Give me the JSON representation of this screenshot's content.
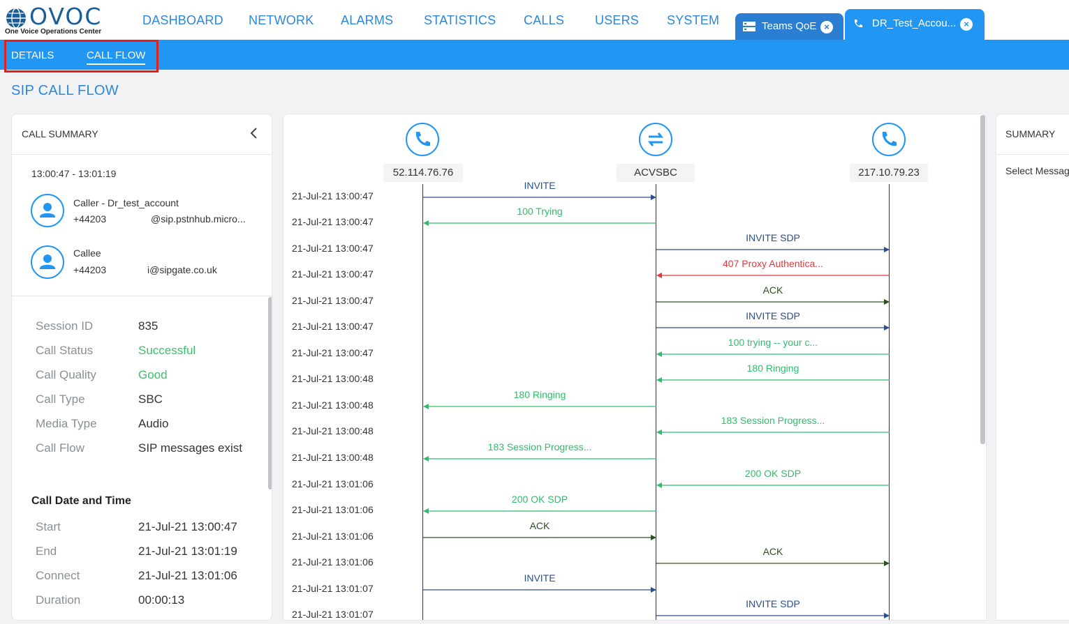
{
  "app": {
    "logo_text": "OVOC",
    "logo_subtitle": "One Voice Operations Center"
  },
  "nav": {
    "items": [
      "DASHBOARD",
      "NETWORK",
      "ALARMS",
      "STATISTICS",
      "CALLS",
      "USERS",
      "SYSTEM"
    ]
  },
  "tabs": [
    {
      "label": "Teams QoE",
      "icon": "server-icon",
      "closable": true
    },
    {
      "label": "DR_Test_Accou...",
      "icon": "phone-call-icon",
      "closable": true,
      "active": true
    }
  ],
  "subnav": {
    "items": [
      "DETAILS",
      "CALL FLOW"
    ],
    "active": "CALL FLOW"
  },
  "page": {
    "title": "SIP CALL FLOW"
  },
  "call_summary": {
    "title": "CALL SUMMARY",
    "collapse_icon": "chevron-left-icon",
    "time_range": "13:00:47 - 13:01:19",
    "caller": {
      "label": "Caller - Dr_test_account",
      "number": "+44203",
      "address": "@sip.pstnhub.micro..."
    },
    "callee": {
      "label": "Callee",
      "number": "+44203",
      "address": "i@sipgate.co.uk"
    },
    "details": [
      {
        "key": "Session ID",
        "value": "835",
        "status": false
      },
      {
        "key": "Call Status",
        "value": "Successful",
        "status": true
      },
      {
        "key": "Call Quality",
        "value": "Good",
        "status": true
      },
      {
        "key": "Call Type",
        "value": "SBC",
        "status": false
      },
      {
        "key": "Media Type",
        "value": "Audio",
        "status": false
      },
      {
        "key": "Call Flow",
        "value": "SIP messages exist",
        "status": false
      }
    ],
    "datetime_section": "Call Date and Time",
    "datetime": [
      {
        "key": "Start",
        "value": "21-Jul-21 13:00:47"
      },
      {
        "key": "End",
        "value": "21-Jul-21 13:01:19"
      },
      {
        "key": "Connect",
        "value": "21-Jul-21 13:01:06"
      },
      {
        "key": "Duration",
        "value": "00:00:13"
      }
    ]
  },
  "call_flow": {
    "endpoints": [
      {
        "label": "52.114.76.76",
        "icon": "phone-icon"
      },
      {
        "label": "ACVSBC",
        "icon": "sbc-transfer-icon"
      },
      {
        "label": "217.10.79.23",
        "icon": "phone-icon"
      }
    ],
    "messages": [
      {
        "time": "21-Jul-21 13:00:47",
        "label": "INVITE",
        "from": 0,
        "to": 1,
        "kind": "request"
      },
      {
        "time": "21-Jul-21 13:00:47",
        "label": "100 Trying",
        "from": 1,
        "to": 0,
        "kind": "provisional"
      },
      {
        "time": "21-Jul-21 13:00:47",
        "label": "INVITE SDP",
        "from": 1,
        "to": 2,
        "kind": "request"
      },
      {
        "time": "21-Jul-21 13:00:47",
        "label": "407 Proxy Authentica...",
        "from": 2,
        "to": 1,
        "kind": "error"
      },
      {
        "time": "21-Jul-21 13:00:47",
        "label": "ACK",
        "from": 1,
        "to": 2,
        "kind": "ack"
      },
      {
        "time": "21-Jul-21 13:00:47",
        "label": "INVITE SDP",
        "from": 1,
        "to": 2,
        "kind": "request"
      },
      {
        "time": "21-Jul-21 13:00:47",
        "label": "100 trying -- your c...",
        "from": 2,
        "to": 1,
        "kind": "provisional"
      },
      {
        "time": "21-Jul-21 13:00:48",
        "label": "180 Ringing",
        "from": 2,
        "to": 1,
        "kind": "provisional"
      },
      {
        "time": "21-Jul-21 13:00:48",
        "label": "180 Ringing",
        "from": 1,
        "to": 0,
        "kind": "provisional"
      },
      {
        "time": "21-Jul-21 13:00:48",
        "label": "183 Session Progress...",
        "from": 2,
        "to": 1,
        "kind": "provisional"
      },
      {
        "time": "21-Jul-21 13:00:48",
        "label": "183 Session Progress...",
        "from": 1,
        "to": 0,
        "kind": "provisional"
      },
      {
        "time": "21-Jul-21 13:01:06",
        "label": "200 OK SDP",
        "from": 2,
        "to": 1,
        "kind": "provisional"
      },
      {
        "time": "21-Jul-21 13:01:06",
        "label": "200 OK SDP",
        "from": 1,
        "to": 0,
        "kind": "provisional"
      },
      {
        "time": "21-Jul-21 13:01:06",
        "label": "ACK",
        "from": 0,
        "to": 1,
        "kind": "ack"
      },
      {
        "time": "21-Jul-21 13:01:06",
        "label": "ACK",
        "from": 1,
        "to": 2,
        "kind": "ack"
      },
      {
        "time": "21-Jul-21 13:01:07",
        "label": "INVITE",
        "from": 0,
        "to": 1,
        "kind": "request"
      },
      {
        "time": "21-Jul-21 13:01:07",
        "label": "INVITE SDP",
        "from": 1,
        "to": 2,
        "kind": "request"
      }
    ],
    "colors": {
      "request": "#2c4f8c",
      "provisional": "#2ebd6b",
      "error": "#e0393e",
      "ack": "#2e5020"
    }
  },
  "summary_panel": {
    "title": "SUMMARY",
    "hint": "Select Message"
  },
  "colors": {
    "accent": "#2196f3",
    "nav_text": "#2c87d8",
    "status_green": "#3cbf6c",
    "highlight": "#e02020"
  }
}
